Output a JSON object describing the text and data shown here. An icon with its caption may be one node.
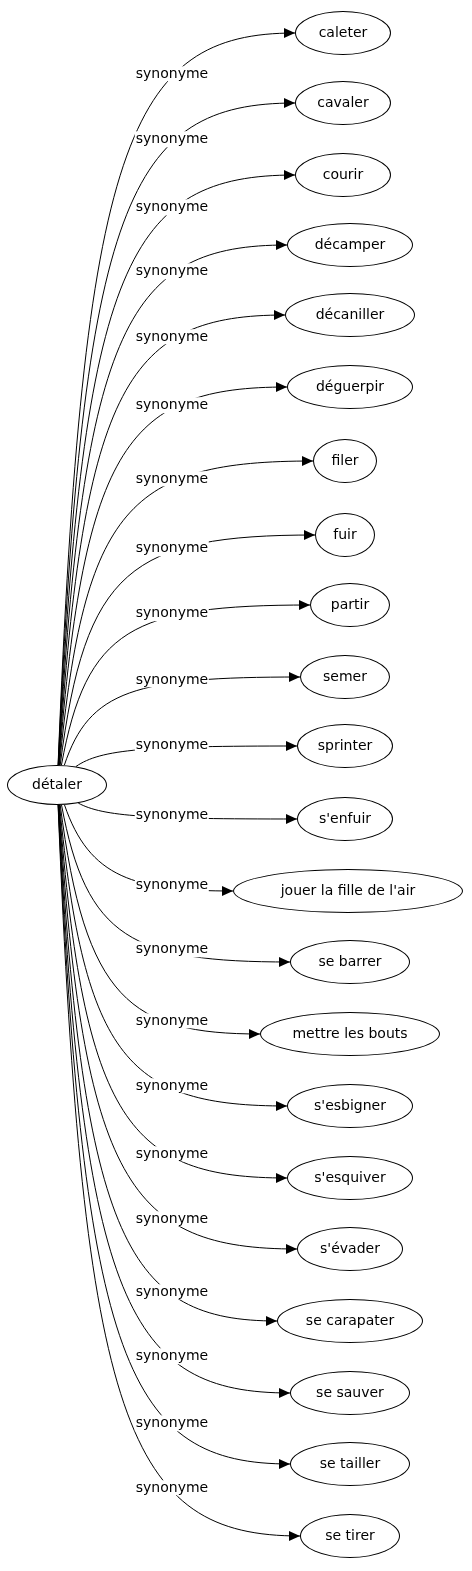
{
  "diagram": {
    "nodes": [
      {
        "text": [
          "détaler"
        ]
      },
      {
        "text": [
          "caleter"
        ]
      },
      {
        "text": [
          "cavaler"
        ]
      },
      {
        "text": [
          "courir"
        ]
      },
      {
        "text": [
          "décamper"
        ]
      },
      {
        "text": [
          "décaniller"
        ]
      },
      {
        "text": [
          "déguerpir"
        ]
      },
      {
        "text": [
          "filer"
        ]
      },
      {
        "text": [
          "fuir"
        ]
      },
      {
        "text": [
          "partir"
        ]
      },
      {
        "text": [
          "semer"
        ]
      },
      {
        "text": [
          "sprinter"
        ]
      },
      {
        "text": [
          "s'enfuir"
        ]
      },
      {
        "text": [
          "jouer la fille de l'air"
        ]
      },
      {
        "text": [
          "se barrer"
        ]
      },
      {
        "text": [
          "mettre les bouts"
        ]
      },
      {
        "text": [
          "s'esbigner"
        ]
      },
      {
        "text": [
          "s'esquiver"
        ]
      },
      {
        "text": [
          "s'évader"
        ]
      },
      {
        "text": [
          "se carapater"
        ]
      },
      {
        "text": [
          "se sauver"
        ]
      },
      {
        "text": [
          "se tailler"
        ]
      },
      {
        "text": [
          "se tirer"
        ]
      }
    ],
    "edges": [
      {
        "from": 0,
        "to": 1,
        "arrow": "to",
        "label": "synonyme"
      },
      {
        "from": 0,
        "to": 2,
        "arrow": "to",
        "label": "synonyme"
      },
      {
        "from": 0,
        "to": 3,
        "arrow": "to",
        "label": "synonyme"
      },
      {
        "from": 0,
        "to": 4,
        "arrow": "to",
        "label": "synonyme"
      },
      {
        "from": 0,
        "to": 5,
        "arrow": "to",
        "label": "synonyme"
      },
      {
        "from": 0,
        "to": 6,
        "arrow": "to",
        "label": "synonyme"
      },
      {
        "from": 0,
        "to": 7,
        "arrow": "to",
        "label": "synonyme"
      },
      {
        "from": 0,
        "to": 8,
        "arrow": "to",
        "label": "synonyme"
      },
      {
        "from": 0,
        "to": 9,
        "arrow": "to",
        "label": "synonyme"
      },
      {
        "from": 0,
        "to": 10,
        "arrow": "to",
        "label": "synonyme"
      },
      {
        "from": 0,
        "to": 11,
        "arrow": "to",
        "label": "synonyme"
      },
      {
        "from": 0,
        "to": 12,
        "arrow": "to",
        "label": "synonyme"
      },
      {
        "from": 0,
        "to": 13,
        "arrow": "to",
        "label": "synonyme"
      },
      {
        "from": 0,
        "to": 14,
        "arrow": "to",
        "label": "synonyme"
      },
      {
        "from": 0,
        "to": 15,
        "arrow": "to",
        "label": "synonyme"
      },
      {
        "from": 0,
        "to": 16,
        "arrow": "to",
        "label": "synonyme"
      },
      {
        "from": 0,
        "to": 17,
        "arrow": "to",
        "label": "synonyme"
      },
      {
        "from": 0,
        "to": 18,
        "arrow": "to",
        "label": "synonyme"
      },
      {
        "from": 0,
        "to": 19,
        "arrow": "to",
        "label": "synonyme"
      },
      {
        "from": 0,
        "to": 20,
        "arrow": "to",
        "label": "synonyme"
      },
      {
        "from": 0,
        "to": 21,
        "arrow": "to",
        "label": "synonyme"
      },
      {
        "from": 0,
        "to": 22,
        "arrow": "to",
        "label": "synonyme"
      }
    ]
  }
}
